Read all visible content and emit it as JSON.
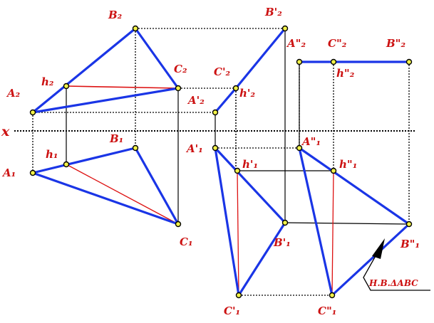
{
  "labels": {
    "x_axis": "x",
    "B2": "B₂",
    "C2": "C₂",
    "h2": "h₂",
    "A2": "A₂",
    "B1": "B₁",
    "h1": "h₁",
    "A1": "A₁",
    "C1": "C₁",
    "Bp2": "B'₂",
    "Cp2": "C'₂",
    "hp2": "h'₂",
    "Ap2": "A'₂",
    "Ap1": "A'₁",
    "hp1": "h'₁",
    "Bp1": "B'₁",
    "Cp1": "C'₁",
    "App2": "A\"₂",
    "Cpp2": "C\"₂",
    "Bpp2": "B\"₂",
    "hpp2": "h\"₂",
    "App1": "A\"₁",
    "hpp1": "h\"₁",
    "Bpp1": "B\"₁",
    "Cpp1": "C\"₁",
    "annotation": "Н.В.ΔАВС"
  },
  "colors": {
    "edge": "#1a35e6",
    "red": "#dd1111",
    "label": "#cc1111",
    "point_fill": "#f2f24a",
    "line": "#000000"
  }
}
